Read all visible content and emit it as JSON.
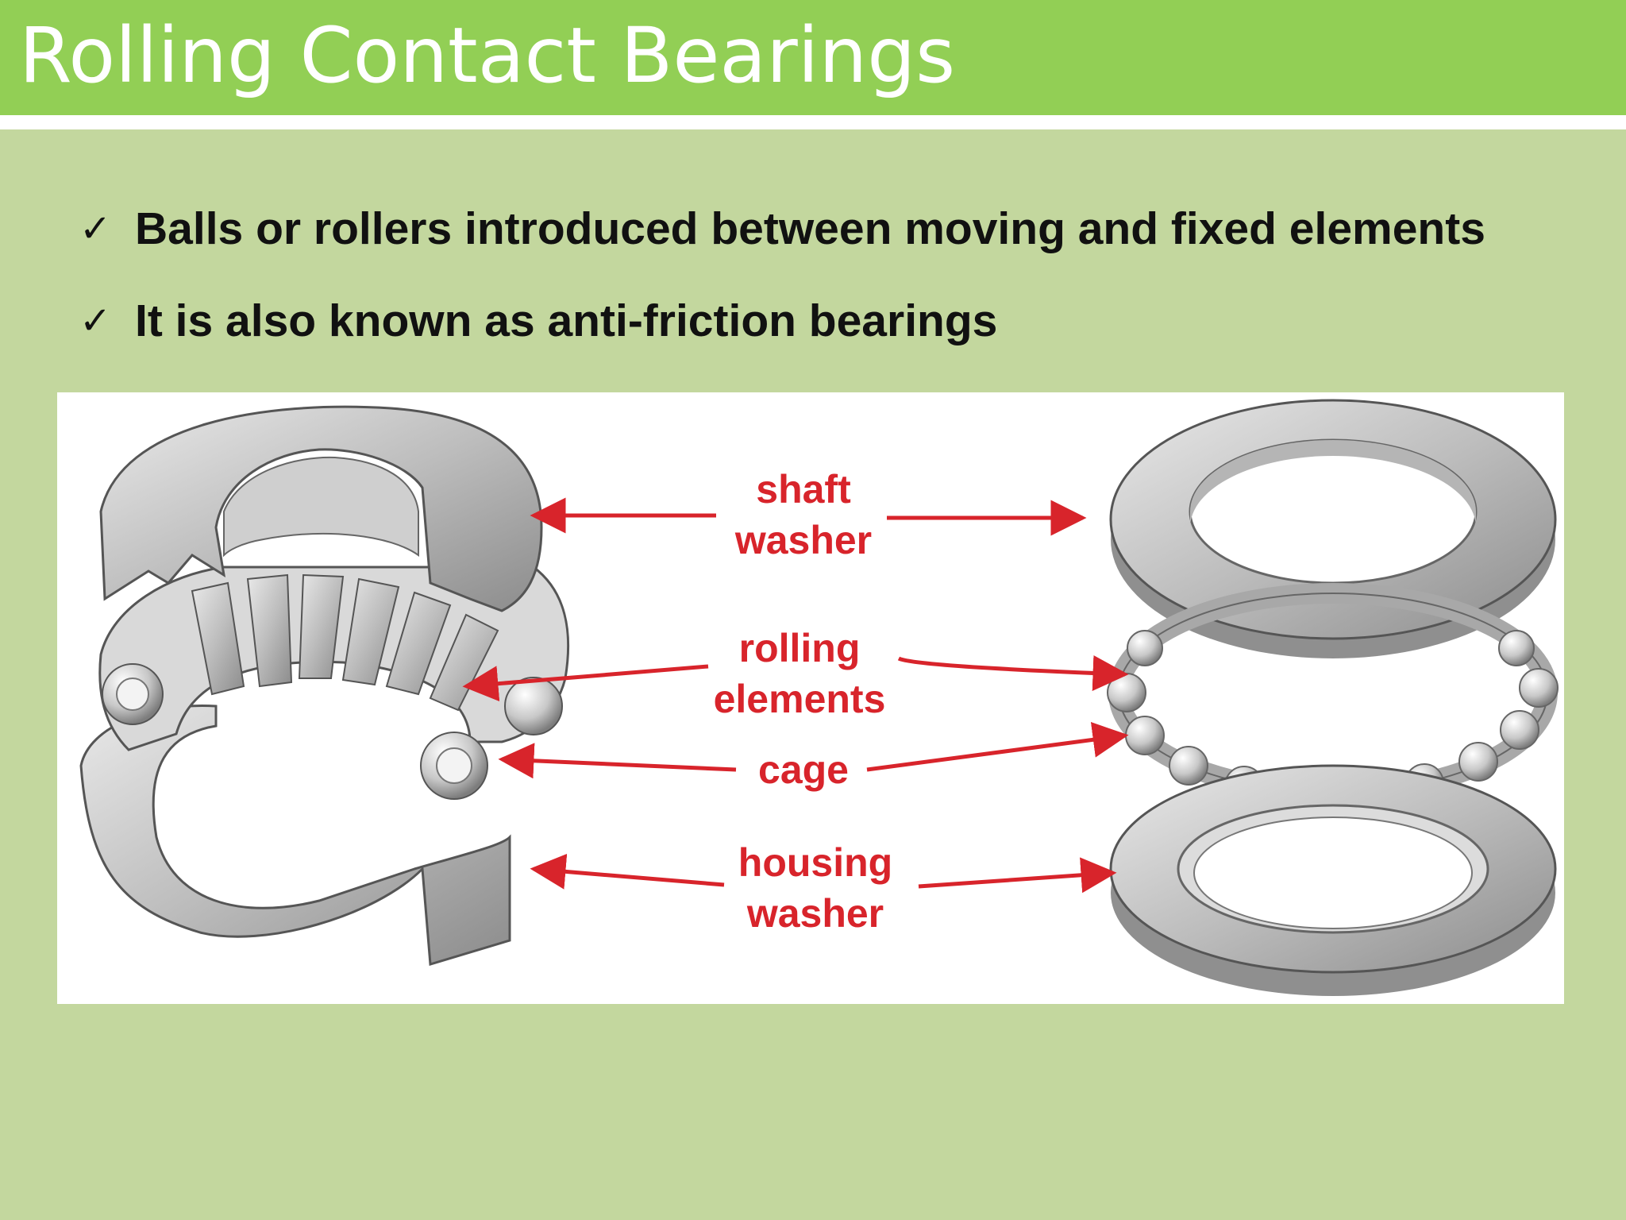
{
  "slide": {
    "title": "Rolling Contact Bearings",
    "bullets": [
      "Balls or rollers introduced between moving and fixed elements",
      "It is also known as anti-friction bearings"
    ]
  },
  "diagram": {
    "labels": {
      "shaft_washer": [
        "shaft",
        "washer"
      ],
      "rolling_elements": [
        "rolling",
        "elements"
      ],
      "cage": [
        "cage"
      ],
      "housing_washer": [
        "housing",
        "washer"
      ]
    },
    "colors": {
      "label": "#d8242b",
      "metal": "#bdbdbd",
      "metal_dark": "#8a8a8a",
      "metal_light": "#e6e6e6"
    },
    "icons": [
      "check-icon"
    ]
  }
}
